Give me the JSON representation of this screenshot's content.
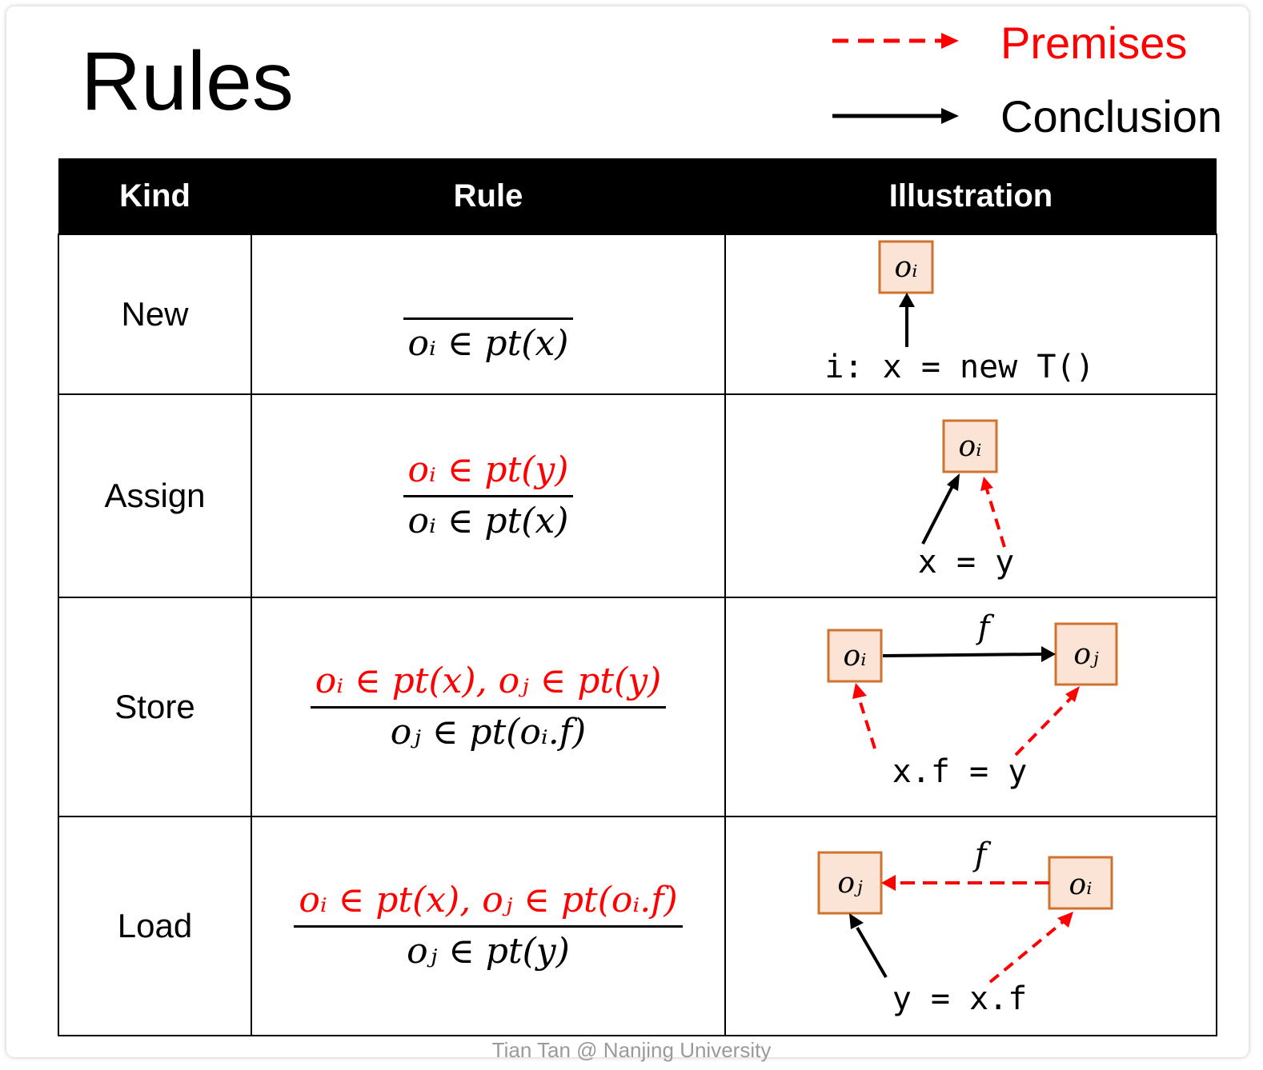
{
  "title": "Rules",
  "legend": {
    "premises": "Premises",
    "conclusion": "Conclusion"
  },
  "colors": {
    "premise": "#ff0000",
    "conclusion": "#000000",
    "object_fill": "#fbe3d6",
    "object_border": "#d0732e",
    "header_bg": "#000000"
  },
  "table": {
    "headers": [
      "Kind",
      "Rule",
      "Illustration"
    ],
    "rows": [
      {
        "kind": "New",
        "premise": "",
        "conclusion": "oᵢ ∈ pt(x)",
        "objects": [
          "oᵢ"
        ],
        "statement": "i: x = new T()"
      },
      {
        "kind": "Assign",
        "premise": "oᵢ ∈ pt(y)",
        "conclusion": "oᵢ ∈ pt(x)",
        "objects": [
          "oᵢ"
        ],
        "statement": "x = y"
      },
      {
        "kind": "Store",
        "premise": "oᵢ ∈ pt(x),  oⱼ ∈ pt(y)",
        "conclusion": "oⱼ ∈ pt(oᵢ.f)",
        "objects": [
          "oᵢ",
          "oⱼ"
        ],
        "field": "f",
        "statement": "x.f = y"
      },
      {
        "kind": "Load",
        "premise": "oᵢ ∈ pt(x),  oⱼ ∈ pt(oᵢ.f)",
        "conclusion": "oⱼ ∈ pt(y)",
        "objects": [
          "oⱼ",
          "oᵢ"
        ],
        "field": "f",
        "statement": "y = x.f"
      }
    ]
  },
  "footer": "Tian Tan @ Nanjing University"
}
